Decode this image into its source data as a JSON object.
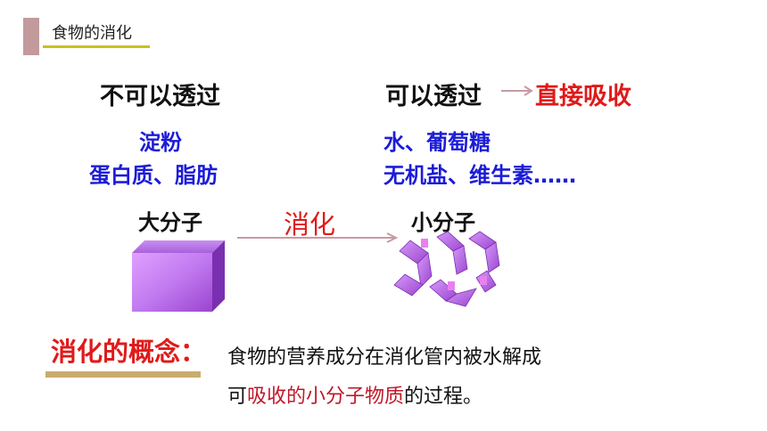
{
  "header": {
    "title": "食物的消化"
  },
  "left": {
    "heading": "不可以透过",
    "items": [
      "淀粉",
      "蛋白质、脂肪"
    ],
    "molecule": "大分子"
  },
  "right": {
    "heading": "可以透过",
    "absorb": "直接吸收",
    "items": [
      "水、葡萄糖",
      "无机盐、维生素……"
    ],
    "molecule": "小分子"
  },
  "process": {
    "label": "消化"
  },
  "definition": {
    "title": "消化的概念：",
    "line1": "食物的营养成分在消化管内被水解成",
    "line2_pre": "可",
    "line2_hl1": "吸收的",
    "line2_hl2": "小分子物质",
    "line2_post": "的过程。"
  },
  "colors": {
    "red": "#e01a1a",
    "blue": "#1c1cd8",
    "purple": "#b45be8",
    "accent": "#c39a9c"
  }
}
